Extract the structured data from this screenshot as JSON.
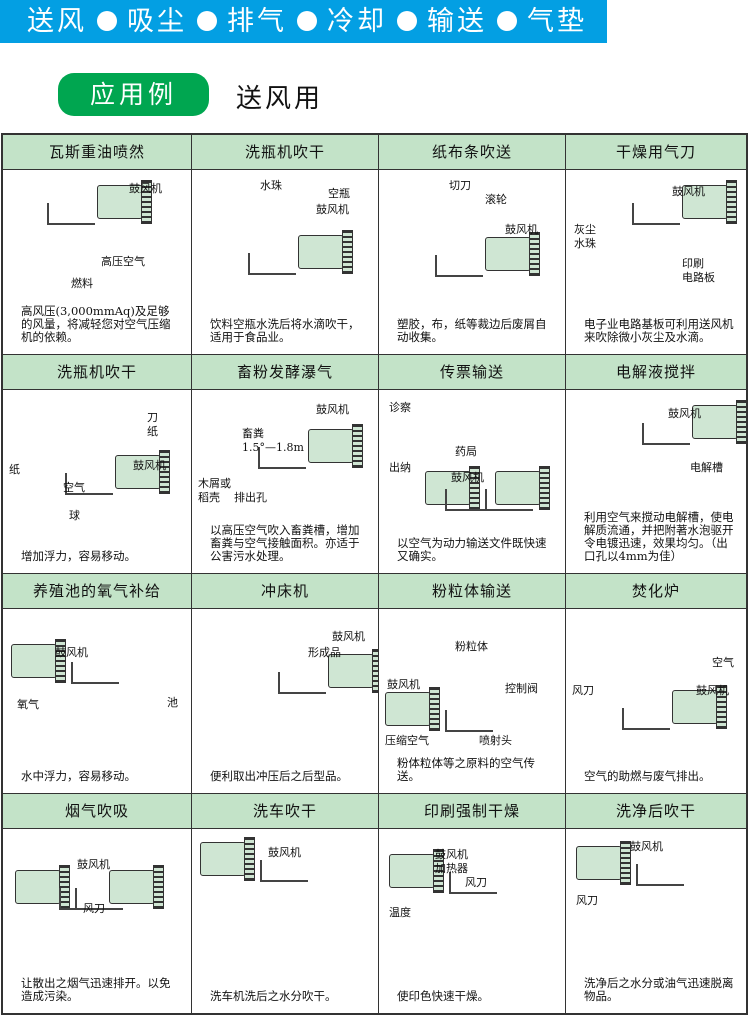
{
  "topbar": {
    "items": [
      "送风",
      "吸尘",
      "排气",
      "冷却",
      "输送",
      "气垫"
    ]
  },
  "section": {
    "badge": "应用例",
    "title": "送风用"
  },
  "cells": [
    {
      "title": "瓦斯重油喷然",
      "labels": [
        "鼓风机",
        "高压空气",
        "燃料"
      ],
      "desc": "高风压(3,000mmAq)及足够的风量，将减轻您对空气压缩机的依赖。"
    },
    {
      "title": "洗瓶机吹干",
      "labels": [
        "水珠",
        "空瓶",
        "鼓风机"
      ],
      "desc": "饮料空瓶水洗后将水滴吹干，适用于食品业。"
    },
    {
      "title": "纸布条吹送",
      "labels": [
        "切刀",
        "滚轮",
        "鼓风机"
      ],
      "desc": "塑胶，布，纸等裁边后废屑自动收集。"
    },
    {
      "title": "干燥用气刀",
      "labels": [
        "鼓风机",
        "灰尘",
        "水珠",
        "印刷",
        "电路板"
      ],
      "desc": "电子业电路基板可利用送风机来吹除微小灰尘及水滴。"
    },
    {
      "title": "洗瓶机吹干",
      "labels": [
        "刀",
        "纸",
        "纸",
        "鼓风机",
        "空气",
        "球"
      ],
      "desc": "增加浮力，容易移动。"
    },
    {
      "title": "畜粉发酵瀑气",
      "labels": [
        "鼓风机",
        "畜粪",
        "1.5°—1.8m",
        "木屑或",
        "稻壳",
        "排出孔"
      ],
      "desc": "以高压空气吹入畜粪槽，增加畜粪与空气接触面积。亦适于公害污水处理。"
    },
    {
      "title": "传票输送",
      "labels": [
        "诊察",
        "药局",
        "出纳",
        "鼓风机"
      ],
      "desc": "以空气为动力输送文件既快速又确实。"
    },
    {
      "title": "电解液搅拌",
      "labels": [
        "鼓风机",
        "电解槽"
      ],
      "desc": "利用空气来搅动电解槽，使电解质流通，并把附著水泡驱开令电镀迅速，效果均匀。（出口孔以4mm为佳）"
    },
    {
      "title": "养殖池的氧气补给",
      "labels": [
        "鼓风机",
        "氧气",
        "池"
      ],
      "desc": "水中浮力，容易移动。"
    },
    {
      "title": "冲床机",
      "labels": [
        "鼓风机",
        "形成品"
      ],
      "desc": "便利取出冲压后之后型品。"
    },
    {
      "title": "粉粒体输送",
      "labels": [
        "粉粒体",
        "鼓风机",
        "控制阀",
        "压缩空气",
        "喷射头"
      ],
      "desc": "粉体粒体等之原料的空气传送。"
    },
    {
      "title": "焚化炉",
      "labels": [
        "空气",
        "风刀",
        "鼓风机"
      ],
      "desc": "空气的助燃与废气排出。"
    },
    {
      "title": "烟气吹吸",
      "labels": [
        "鼓风机",
        "风刀"
      ],
      "desc": "让散出之烟气迅速排开。以免造成污染。"
    },
    {
      "title": "洗车吹干",
      "labels": [
        "鼓风机"
      ],
      "desc": "洗车机洗后之水分吹干。"
    },
    {
      "title": "印刷强制干燥",
      "labels": [
        "鼓风机",
        "加热器",
        "风刀",
        "温度"
      ],
      "desc": "使印色快速干燥。"
    },
    {
      "title": "洗净后吹干",
      "labels": [
        "鼓风机",
        "风刀"
      ],
      "desc": "洗净后之水分或油气迅速脱离物品。"
    }
  ]
}
